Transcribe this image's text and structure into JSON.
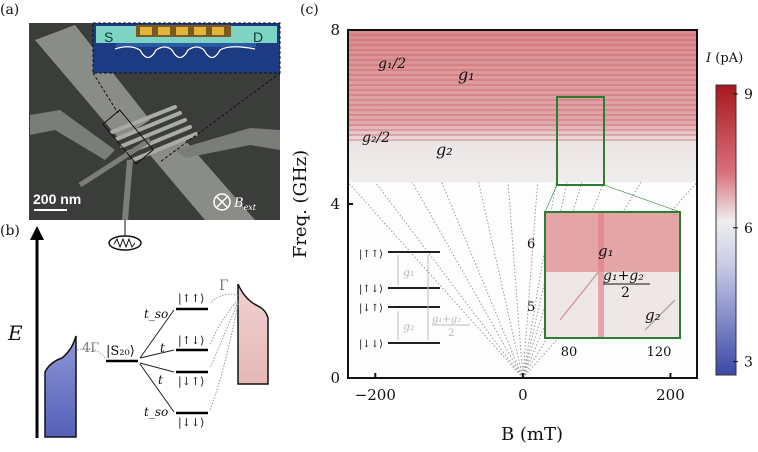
{
  "panels": {
    "a": "(a)",
    "b": "(b)",
    "c": "(c)"
  },
  "sem": {
    "scale_bar": "200 nm",
    "source": "S",
    "drain": "D",
    "field_label": "B",
    "field_sub": "ext"
  },
  "energy": {
    "axis": "E",
    "gamma": "Γ",
    "gamma4": "4Γ",
    "s20": "|S₂₀⟩",
    "tso_top": "t_so",
    "t_mid1": "t",
    "t_mid2": "t",
    "tso_bot": "t_so",
    "states": [
      "|↑↑⟩",
      "|↑↓⟩",
      "|↓↑⟩",
      "|↓↓⟩"
    ]
  },
  "colors": {
    "red": "#c9303a",
    "blue": "#4a56b0",
    "green": "#2e7d32"
  },
  "chart_data": {
    "type": "heatmap",
    "xlabel": "B (mT)",
    "ylabel": "Freq. (GHz)",
    "xlim": [
      -237,
      236
    ],
    "ylim": [
      0,
      8
    ],
    "xticks": [
      "−200",
      "0",
      "200"
    ],
    "xtick_values": [
      -200,
      0,
      200
    ],
    "yticks": [
      "0",
      "4",
      "8"
    ],
    "ytick_values": [
      0,
      4,
      8
    ],
    "annotations": {
      "g1_half": "g₁/2",
      "g1": "g₁",
      "g2_half": "g₂/2",
      "g2": "g₂"
    },
    "colorbar": {
      "label": "I (pA)",
      "ticks": [
        "3",
        "6",
        "9"
      ],
      "tick_values": [
        3,
        6,
        9
      ],
      "range": [
        2.7,
        9.2
      ]
    },
    "signal_region_freq": [
      4.5,
      8
    ],
    "inset": {
      "xticks": [
        "80",
        "120"
      ],
      "xtick_values": [
        80,
        120
      ],
      "yticks": [
        "5",
        "6"
      ],
      "ytick_values": [
        5,
        6
      ],
      "labels": {
        "g1": "g₁",
        "sum": "g₁+g₂",
        "den": "2",
        "g2": "g₂"
      },
      "xlim": [
        68,
        128
      ],
      "ylim": [
        4.5,
        6.6
      ]
    },
    "level_diagram": {
      "states": [
        "|↑↑⟩",
        "|↑↓⟩",
        "|↓↑⟩",
        "|↓↓⟩"
      ],
      "labels": {
        "g1": "g₁",
        "g2": "g₂",
        "sum": "g₁+g₂",
        "den": "2"
      }
    }
  }
}
